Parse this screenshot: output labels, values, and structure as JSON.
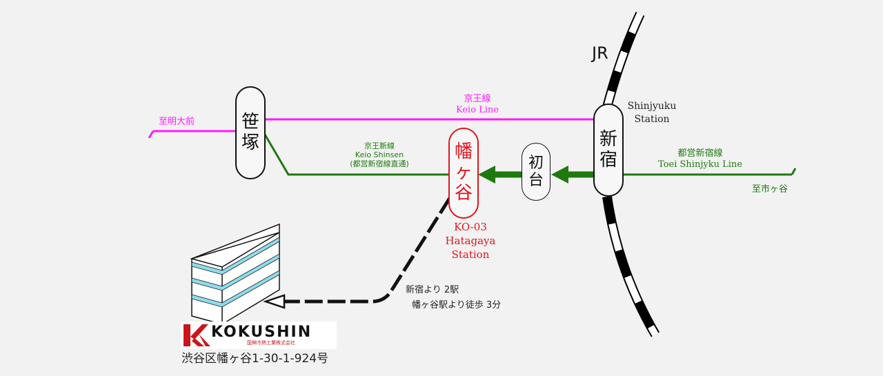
{
  "colors": {
    "keio_line": "#ff1aff",
    "keio_shinsen": "#1e7a0e",
    "hatagaya": "#e0151c",
    "jr": "#000000",
    "building_stripe": "#8fdcef",
    "logo_red": "#c8161d"
  },
  "lines": {
    "jr_label": "JR",
    "keio_line_jp": "京王線",
    "keio_line_en": "Keio Line",
    "keio_shinsen_jp": "京王新線",
    "keio_shinsen_en": "Keio Shinsen",
    "keio_shinsen_note": "(都営新宿線直通)",
    "toei_jp": "都営新宿線",
    "toei_en": "Toei Shinjyku Line",
    "to_meidaimae": "至明大前",
    "to_ichigaya": "至市ヶ谷"
  },
  "stations": {
    "sasazuka": [
      "笹",
      "塚"
    ],
    "hatagaya": [
      "幡",
      "ヶ",
      "谷"
    ],
    "hatsudai": [
      "初",
      "台"
    ],
    "shinjuku": [
      "新",
      "宿"
    ],
    "shinjuku_en_1": "Shinjyuku",
    "shinjuku_en_2": "Station",
    "hatagaya_code": "KO-03",
    "hatagaya_en_1": "Hatagaya",
    "hatagaya_en_2": "Station"
  },
  "directions": {
    "line1": "新宿より 2駅",
    "line2": "幡ヶ谷駅より徒歩 3分"
  },
  "company": {
    "name": "KOKUSHIN",
    "name_jp": "国伸冷熱工業株式会社",
    "address": "渋谷区幡ヶ谷1-30-1-924号"
  }
}
